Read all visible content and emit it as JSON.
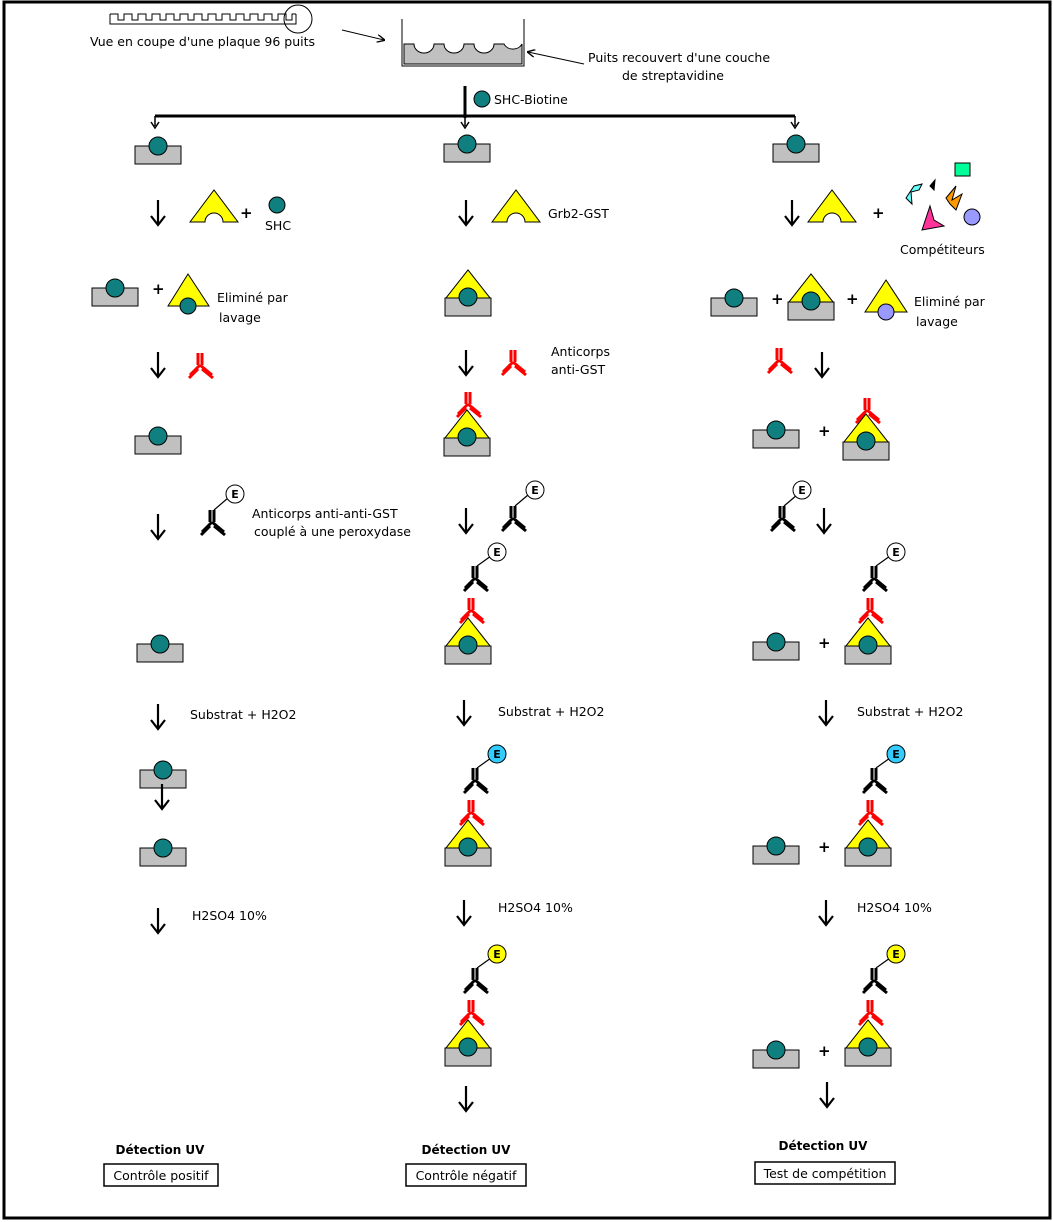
{
  "colors": {
    "well": "#c0c0c0",
    "shc": "#0f7f7f",
    "grb2": "#ffff00",
    "antibody_anti_gst": "#ff0000",
    "antibody_conjugate": "#000000",
    "enzyme_substrate": "#33ccff",
    "enzyme_stopped": "#ffff00",
    "competitor_circle": "#9999ff"
  },
  "header": {
    "plate_label": "Vue en coupe d'une plaque 96 puits",
    "well_label_1": "Puits recouvert d'une couche",
    "well_label_2": "de streptavidine",
    "shc_biotine": "SHC-Biotine"
  },
  "labels": {
    "shc": "SHC",
    "grb2_gst": "Grb2-GST",
    "competiteurs": "Compétiteurs",
    "elimine_1": "Eliminé par",
    "elimine_2": "lavage",
    "anticorps_1": "Anticorps",
    "anticorps_2": "anti-GST",
    "anti_anti_1": "Anticorps anti-anti-GST",
    "anti_anti_2": "couplé à une peroxydase",
    "substrat": "Substrat + H2O2",
    "h2so4": "H2SO4 10%",
    "plus": "+",
    "enzyme": "E"
  },
  "columns": [
    {
      "detection": "Détection UV",
      "result": "Contrôle positif"
    },
    {
      "detection": "Détection UV",
      "result": "Contrôle négatif"
    },
    {
      "detection": "Détection UV",
      "result": "Test de compétition"
    }
  ]
}
